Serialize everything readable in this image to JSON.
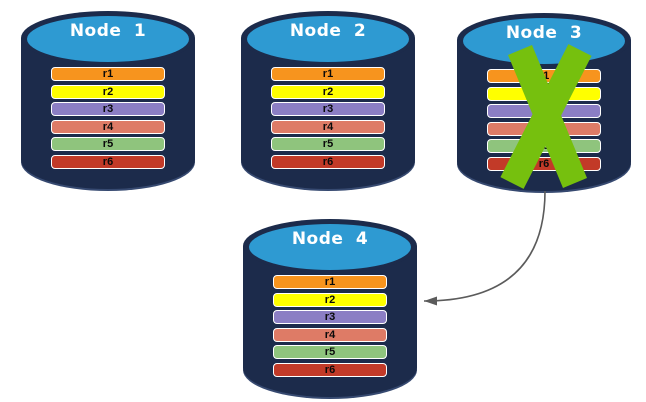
{
  "colors": {
    "background": "#ffffff",
    "cyl-body": "#1c2b4b",
    "cyl-rim": "#364970",
    "cyl-top": "#2e9ad2",
    "row-border": "#ffffff",
    "row-text": "#0a0a0a",
    "title-text": "#ffffff",
    "arrow": "#5b5b5b",
    "x-mark": "#76c00e"
  },
  "nodes": [
    {
      "label": "Node 1",
      "status": "active",
      "rows": [
        {
          "label": "r1",
          "color": "#f7941e"
        },
        {
          "label": "r2",
          "color": "#ffff00"
        },
        {
          "label": "r3",
          "color": "#8b7ec4"
        },
        {
          "label": "r4",
          "color": "#de7b66"
        },
        {
          "label": "r5",
          "color": "#8fc47d"
        },
        {
          "label": "r6",
          "color": "#c23a28"
        }
      ]
    },
    {
      "label": "Node 2",
      "status": "active",
      "rows": [
        {
          "label": "r1",
          "color": "#f7941e"
        },
        {
          "label": "r2",
          "color": "#ffff00"
        },
        {
          "label": "r3",
          "color": "#8b7ec4"
        },
        {
          "label": "r4",
          "color": "#de7b66"
        },
        {
          "label": "r5",
          "color": "#8fc47d"
        },
        {
          "label": "r6",
          "color": "#c23a28"
        }
      ]
    },
    {
      "label": "Node 3",
      "status": "failed",
      "failure_mark": "green-x",
      "rows": [
        {
          "label": "r1",
          "color": "#f7941e"
        },
        {
          "label": "r2",
          "color": "#ffff00"
        },
        {
          "label": "r3",
          "color": "#8b7ec4"
        },
        {
          "label": "r4",
          "color": "#de7b66"
        },
        {
          "label": "r5",
          "color": "#8fc47d"
        },
        {
          "label": "r6",
          "color": "#c23a28"
        }
      ]
    },
    {
      "label": "Node 4",
      "status": "active",
      "rows": [
        {
          "label": "r1",
          "color": "#f7941e"
        },
        {
          "label": "r2",
          "color": "#ffff00"
        },
        {
          "label": "r3",
          "color": "#8b7ec4"
        },
        {
          "label": "r4",
          "color": "#de7b66"
        },
        {
          "label": "r5",
          "color": "#8fc47d"
        },
        {
          "label": "r6",
          "color": "#c23a28"
        }
      ]
    }
  ],
  "arrow": {
    "from": "Node 3",
    "to": "Node 4"
  }
}
